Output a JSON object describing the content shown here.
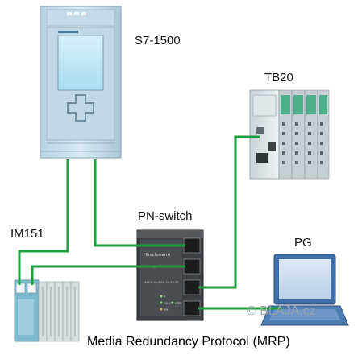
{
  "labels": {
    "plc": "S7-1500",
    "io_station": "TB20",
    "interface_module": "IM151",
    "switch": "PN-switch",
    "programming_device": "PG",
    "caption": "Media Redundancy Protocol (MRP)",
    "watermark": "© BLAJA.cz"
  },
  "switch_device": {
    "brand": "Hirschmann",
    "mode": "managed",
    "model": "MACH 4x/RSB-20-TP-TP",
    "status_labels": [
      "P",
      "FAULT",
      "RM",
      "STBY"
    ]
  },
  "colors": {
    "cable": "#1e9e3e",
    "plc_body": "#cfe3ee",
    "plc_screen": "#bfe7f7",
    "switch_body": "#3c3f43",
    "laptop_frame": "#3f6fa8",
    "laptop_screen": "#cfe0f2"
  }
}
